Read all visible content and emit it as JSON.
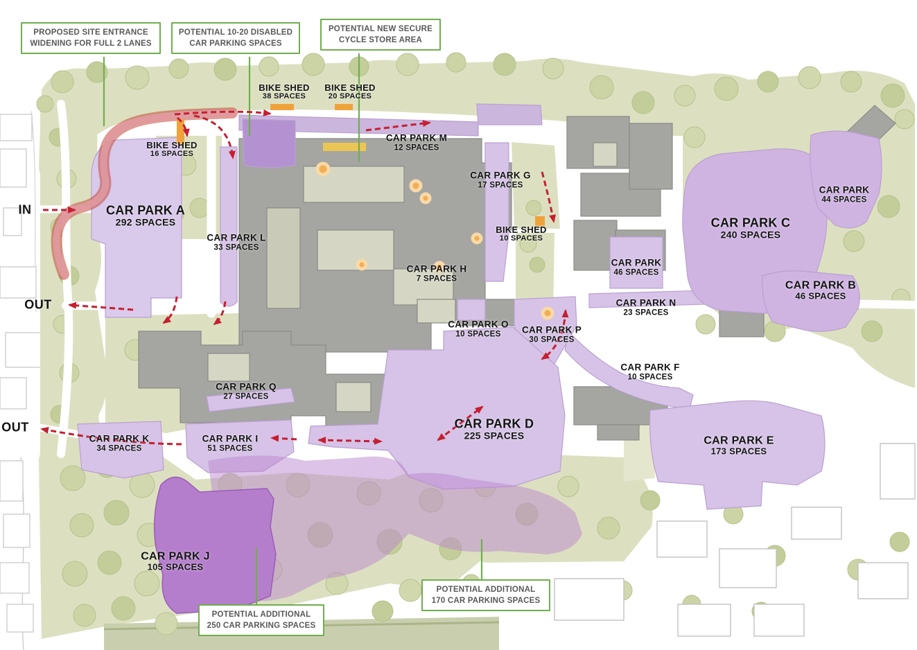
{
  "colors": {
    "car_park_fill": "#d6c3e7",
    "car_park_j_fill": "#b57ecd",
    "potential_area_fill": "#bb87d0",
    "route_arrow_red": "#c51f30",
    "proposed_road_red": "#d98f96",
    "callout_border_green": "#6fae4e",
    "building_gray": "#a5a5a2",
    "landscape_green": "#dce0c0",
    "bike_shed_orange": "#f0a23a"
  },
  "callouts": [
    {
      "id": "site-entrance-widening",
      "lines": [
        "PROPOSED SITE ENTRANCE",
        "WIDENING FOR FULL 2 LANES"
      ]
    },
    {
      "id": "disabled-parking",
      "lines": [
        "POTENTIAL 10-20 DISABLED",
        "CAR PARKING SPACES"
      ]
    },
    {
      "id": "cycle-store",
      "lines": [
        "POTENTIAL NEW SECURE",
        "CYCLE STORE AREA"
      ]
    },
    {
      "id": "additional-250",
      "lines": [
        "POTENTIAL ADDITIONAL",
        "250 CAR PARKING SPACES"
      ]
    },
    {
      "id": "additional-170",
      "lines": [
        "POTENTIAL ADDITIONAL",
        "170 CAR PARKING SPACES"
      ]
    }
  ],
  "flow": {
    "in_label": "IN",
    "out_upper_label": "OUT",
    "out_lower_label": "OUT"
  },
  "car_parks": [
    {
      "name": "CAR PARK A",
      "spaces": "292 SPACES"
    },
    {
      "name": "CAR PARK L",
      "spaces": "33 SPACES"
    },
    {
      "name": "CAR PARK M",
      "spaces": "12 SPACES"
    },
    {
      "name": "CAR PARK G",
      "spaces": "17 SPACES"
    },
    {
      "name": "CAR PARK H",
      "spaces": "7 SPACES"
    },
    {
      "name": "CAR PARK C",
      "spaces": "240 SPACES"
    },
    {
      "name": "CAR PARK",
      "spaces": "44 SPACES"
    },
    {
      "name": "CAR PARK B",
      "spaces": "46 SPACES"
    },
    {
      "name": "CAR PARK",
      "spaces": "46 SPACES"
    },
    {
      "name": "CAR PARK N",
      "spaces": "23 SPACES"
    },
    {
      "name": "CAR PARK O",
      "spaces": "10 SPACES"
    },
    {
      "name": "CAR PARK P",
      "spaces": "30 SPACES"
    },
    {
      "name": "CAR PARK F",
      "spaces": "10 SPACES"
    },
    {
      "name": "CAR PARK Q",
      "spaces": "27 SPACES"
    },
    {
      "name": "CAR PARK D",
      "spaces": "225 SPACES"
    },
    {
      "name": "CAR PARK K",
      "spaces": "34 SPACES"
    },
    {
      "name": "CAR PARK I",
      "spaces": "51 SPACES"
    },
    {
      "name": "CAR PARK E",
      "spaces": "173 SPACES"
    },
    {
      "name": "CAR PARK J",
      "spaces": "105 SPACES"
    }
  ],
  "bike_sheds": [
    {
      "name": "BIKE SHED",
      "spaces": "16 SPACES"
    },
    {
      "name": "BIKE SHED",
      "spaces": "38 SPACES"
    },
    {
      "name": "BIKE SHED",
      "spaces": "20 SPACES"
    },
    {
      "name": "BIKE SHED",
      "spaces": "10 SPACES"
    }
  ]
}
